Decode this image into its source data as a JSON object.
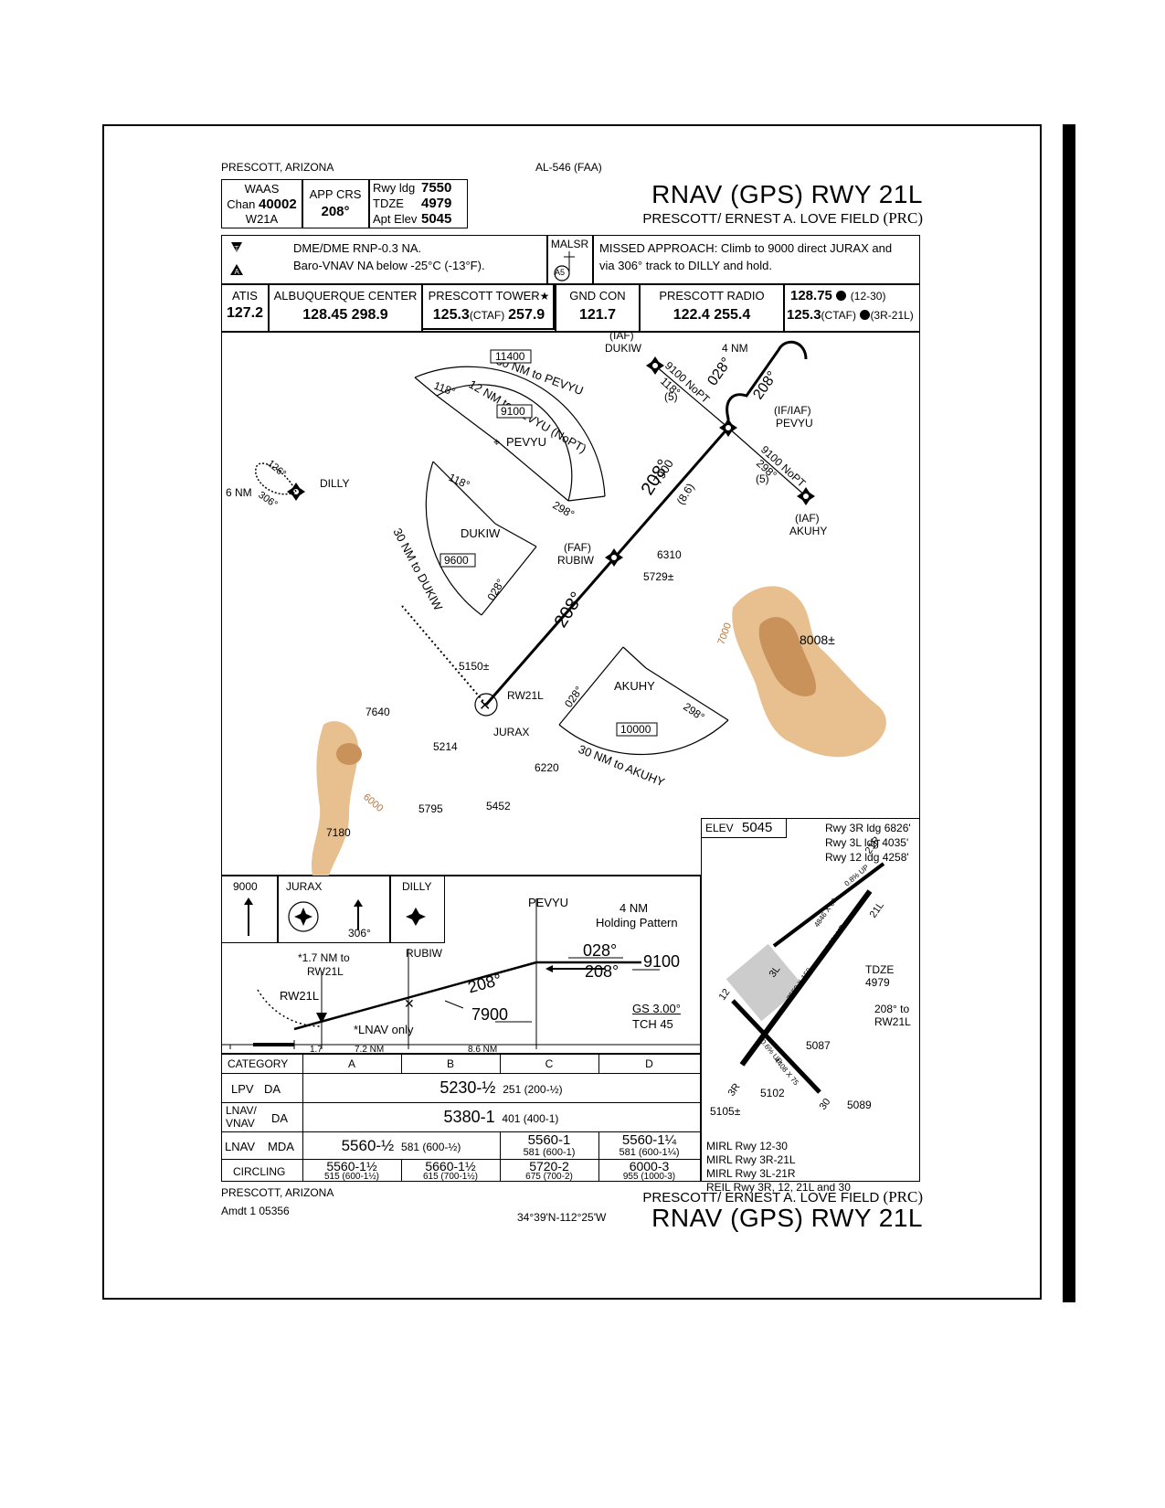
{
  "header": {
    "location": "PRESCOTT, ARIZONA",
    "chart_id": "AL-546 (FAA)",
    "title": "RNAV (GPS) RWY 21L",
    "airport": "PRESCOTT/ ERNEST A. LOVE FIELD",
    "airport_id": "(PRC)"
  },
  "info_box": {
    "waas_label": "WAAS",
    "chan_label": "Chan",
    "chan_value": "40002",
    "waas_id": "W21A",
    "app_crs_label": "APP CRS",
    "app_crs_value": "208°",
    "rwy_ldg_label": "Rwy ldg",
    "rwy_ldg_value": "7550",
    "tdze_label": "TDZE",
    "tdze_value": "4979",
    "apt_elev_label": "Apt Elev",
    "apt_elev_value": "5045"
  },
  "notes": {
    "note1": "DME/DME RNP-0.3 NA.",
    "note2": "Baro-VNAV NA below -25°C (-13°F).",
    "lighting": "MALSR",
    "lighting_sub": "A5",
    "missed_approach": "MISSED APPROACH: Climb to 9000 direct JURAX and",
    "missed_approach2": "via 306° track to DILLY and hold."
  },
  "comms": {
    "atis_label": "ATIS",
    "atis": "127.2",
    "center_label": "ALBUQUERQUE CENTER",
    "center": "128.45  298.9",
    "tower_label": "PRESCOTT TOWER",
    "tower_star": "★",
    "tower_a": "125.3",
    "tower_ctaf": "(CTAF)",
    "tower_b": "257.9",
    "gnd_label": "GND CON",
    "gnd": "121.7",
    "radio_label": "PRESCOTT RADIO",
    "radio": "122.4  255.4",
    "unicom1": "128.75",
    "unicom1_note": "(12-30)",
    "unicom2": "125.3",
    "unicom2_ctaf": "(CTAF)",
    "unicom2_note": "(3R-21L)"
  },
  "plan": {
    "taa_north_arc": "30 NM to PEVYU",
    "taa_north_inner": "12 NM to PEVYU (NoPT)",
    "alt_11400": "11400",
    "alt_9100": "9100",
    "alt_9600": "9600",
    "alt_10000": "10000",
    "taa_west_arc": "30 NM to DUKIW",
    "taa_south_arc": "30 NM to AKUHY",
    "brg_118a": "118°",
    "brg_298a": "298°",
    "brg_118b": "118°",
    "brg_028a": "028°",
    "brg_028b": "028°",
    "brg_298b": "298°",
    "fix_pevyu_taa": "PEVYU",
    "fix_dukiw_taa": "DUKIW",
    "fix_akuhy_taa": "AKUHY",
    "iaf_dukiw_1": "(IAF)",
    "iaf_dukiw_2": "DUKIW",
    "if_pevyu_1": "(IF/IAF)",
    "if_pevyu_2": "PEVYU",
    "iaf_akuhy_1": "(IAF)",
    "iaf_akuhy_2": "AKUHY",
    "faf_1": "(FAF)",
    "faf_2": "RUBIW",
    "rw21l": "RW21L",
    "jurax": "JURAX",
    "dilly": "DILLY",
    "hold_4nm": "4 NM",
    "hold_6nm": "6 NM",
    "crs_028": "028°",
    "crs_208": "208°",
    "crs_208_main": "208°",
    "crs_208_final": "208°",
    "crs_126": "126°",
    "crs_306": "306°",
    "seg_dukiw_alt": "9100 NoPT",
    "seg_dukiw_crs": "118°",
    "seg_dukiw_dist": "(5)",
    "seg_akuhy_alt": "9100 NoPT",
    "seg_akuhy_crs": "298°",
    "seg_akuhy_dist": "(5)",
    "seg_final_alt": "7900",
    "seg_final_dist": "(8.6)",
    "elev_6310": "6310",
    "elev_5729": "5729±",
    "elev_8008": "8008±",
    "elev_5150": "5150±",
    "elev_7640": "7640",
    "elev_5214": "5214",
    "elev_6220": "6220",
    "elev_5795": "5795",
    "elev_5452": "5452",
    "elev_7180": "7180",
    "contour_7000": "7000",
    "contour_6000": "6000"
  },
  "profile": {
    "alt_9000": "9000",
    "jurax": "JURAX",
    "crs_306": "306°",
    "dilly": "DILLY",
    "pevyu": "PEVYU",
    "holding_1": "4 NM",
    "holding_2": "Holding Pattern",
    "star_note_1": "*1.7 NM to",
    "star_note_2": "RW21L",
    "rubiw": "RUBIW",
    "rw21l": "RW21L",
    "crs_028": "028°",
    "crs_208_upper": "208°",
    "alt_9100": "9100",
    "crs_208_mid": "208°",
    "alt_7900": "7900",
    "gs": "GS 3.00°",
    "tch": "TCH 45",
    "lnav_only": "*LNAV only",
    "dist_1": "1.7",
    "dist_2": "7.2 NM",
    "dist_3": "8.6 NM"
  },
  "minimums": {
    "category_label": "CATEGORY",
    "cats": [
      "A",
      "B",
      "C",
      "D"
    ],
    "lpv_label": "LPV",
    "lpv_da": "DA",
    "lpv_main": "5230-½",
    "lpv_sub": "251 (200-½)",
    "lnavvnav_label1": "LNAV/",
    "lnavvnav_label2": "VNAV",
    "lnavvnav_da": "DA",
    "lnavvnav_main": "5380-1",
    "lnavvnav_sub": "401 (400-1)",
    "lnav_label": "LNAV",
    "lnav_mda": "MDA",
    "lnav_ab_main": "5560-½",
    "lnav_ab_sub": "581 (600-½)",
    "lnav_c_main": "5560-1",
    "lnav_c_sub": "581 (600-1)",
    "lnav_d_main": "5560-1¼",
    "lnav_d_sub": "581 (600-1¼)",
    "circ_label": "CIRCLING",
    "circ": [
      {
        "main": "5560-1½",
        "sub": "515 (600-1½)"
      },
      {
        "main": "5660-1½",
        "sub": "615 (700-1½)"
      },
      {
        "main": "5720-2",
        "sub": "675 (700-2)"
      },
      {
        "main": "6000-3",
        "sub": "955 (1000-3)"
      }
    ]
  },
  "airport_diagram": {
    "elev_label": "ELEV",
    "elev": "5045",
    "rwy_3r": "Rwy 3R ldg 6826'",
    "rwy_3l": "Rwy 3L ldg 4035'",
    "rwy_12": "Rwy 12 ldg 4258'",
    "tdze_label": "TDZE",
    "tdze": "4979",
    "to_rw_1": "208° to",
    "to_rw_2": "RW21L",
    "elev_5087": "5087",
    "elev_5102": "5102",
    "elev_5105": "5105±",
    "elev_5089": "5089",
    "rwy_21r": "21R",
    "rwy_21l": "21L",
    "rwy_3l_end": "3L",
    "rwy_3r_end": "3R",
    "rwy_12_end": "12",
    "rwy_30_end": "30",
    "dim_1": "4846 X 60",
    "dim_2": "7550 X 150",
    "dim_3": "4408 X 75",
    "grad_1": "0.8% UP",
    "grad_2": "1.0% UP",
    "grad_3": "0.6% UP",
    "light_1": "MIRL Rwy 12-30",
    "light_2": "MIRL Rwy 3R-21L",
    "light_3": "MIRL Rwy 3L-21R",
    "light_4": "REIL Rwy 3R, 12, 21L and 30"
  },
  "footer": {
    "location": "PRESCOTT, ARIZONA",
    "amdt": "Amdt 1  05356",
    "coords": "34°39'N-112°25'W",
    "airport": "PRESCOTT/ ERNEST A. LOVE FIELD",
    "airport_id": "(PRC)",
    "title": "RNAV (GPS) RWY 21L"
  }
}
